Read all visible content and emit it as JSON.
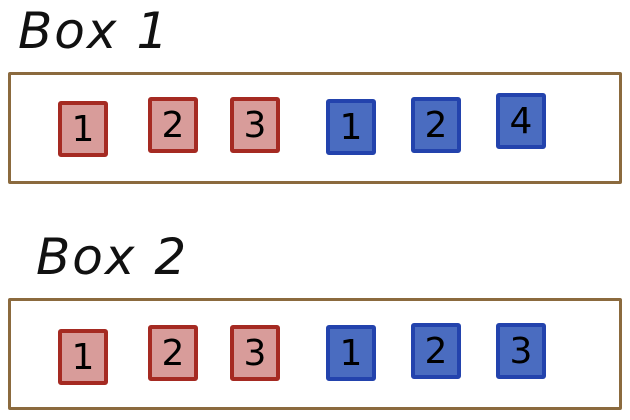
{
  "boxes": [
    {
      "title": "Box 1",
      "red_tiles": [
        "1",
        "2",
        "3"
      ],
      "blue_tiles": [
        "1",
        "2",
        "4"
      ]
    },
    {
      "title": "Box 2",
      "red_tiles": [
        "1",
        "2",
        "3"
      ],
      "blue_tiles": [
        "1",
        "2",
        "3"
      ]
    }
  ],
  "colors": {
    "red_fill": "#d89c9a",
    "red_border": "#a52a22",
    "blue_fill": "#4a6cc0",
    "blue_border": "#2343ad",
    "box_border": "#8b6a3e"
  }
}
